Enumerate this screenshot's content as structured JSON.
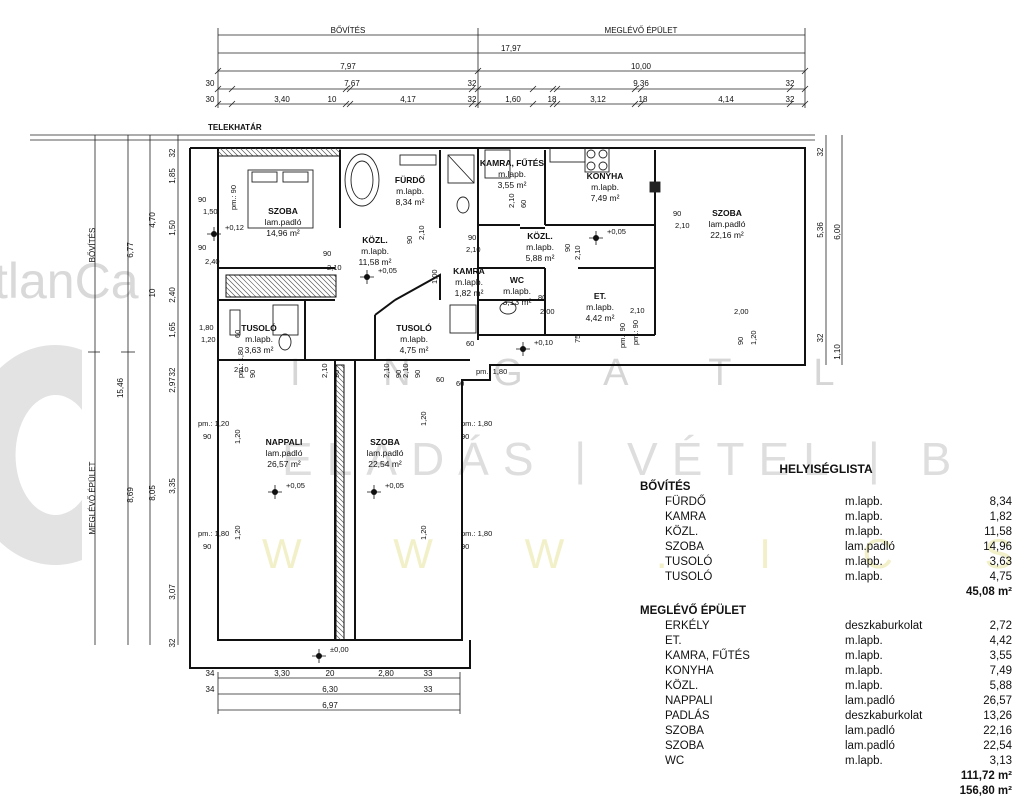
{
  "watermark": {
    "brand": "tlanCa",
    "line1": "I N G A T L",
    "line2": "ELADÁS | VÉTEL | B",
    "line3": "W W W . I C S Z G E"
  },
  "top_dims": {
    "sections": [
      "BŐVÍTÉS",
      "MEGLÉVŐ ÉPÜLET"
    ],
    "total": "17,97",
    "row2": [
      "7,97",
      "10,00"
    ],
    "row3": [
      "30",
      "7,67",
      "32",
      "9,36",
      "32"
    ],
    "row4": [
      "30",
      "3,40",
      "10",
      "4,17",
      "32",
      "1,60",
      "18",
      "3,12",
      "18",
      "4,14",
      "32"
    ]
  },
  "left_dims": {
    "sections": [
      "BŐVÍTÉS",
      "MEGLÉVŐ ÉPÜLET"
    ],
    "total": "15,46",
    "outer1": [
      "6,77",
      "8,69"
    ],
    "outer2": [
      "4,70",
      "10",
      "8,05"
    ],
    "inner": [
      "32",
      "1,85",
      "1,50",
      "2,40",
      "1,65",
      "32",
      "2,97",
      "3,35",
      "3,07",
      "32"
    ]
  },
  "right_dims": [
    "32",
    "5,36",
    "6,00",
    "32",
    "1,10"
  ],
  "bottom_dims": {
    "row1": [
      "34",
      "3,30",
      "20",
      "2,80",
      "33"
    ],
    "row2": [
      "34",
      "6,30",
      "33"
    ],
    "total": "6,97"
  },
  "boundary_label": "TELEKHATÁR",
  "rooms": [
    {
      "name": "SZOBA",
      "floor": "lam.padló",
      "area": "14,96 m²"
    },
    {
      "name": "FÜRDŐ",
      "floor": "m.lapb.",
      "area": "8,34 m²"
    },
    {
      "name": "KAMRA, FŰTÉS",
      "floor": "m.lapb.",
      "area": "3,55 m²"
    },
    {
      "name": "KONYHA",
      "floor": "m.lapb.",
      "area": "7,49 m²"
    },
    {
      "name": "SZOBA",
      "floor": "lam.padló",
      "area": "22,16 m²"
    },
    {
      "name": "KÖZL.",
      "floor": "m.lapb.",
      "area": "11,58 m²"
    },
    {
      "name": "KÖZL.",
      "floor": "m.lapb.",
      "area": "5,88 m²"
    },
    {
      "name": "KAMRA",
      "floor": "m.lapb.",
      "area": "1,82 m²"
    },
    {
      "name": "WC",
      "floor": "m.lapb.",
      "area": "3,13 m²"
    },
    {
      "name": "ET.",
      "floor": "m.lapb.",
      "area": "4,42 m²"
    },
    {
      "name": "TUSOLÓ",
      "floor": "m.lapb.",
      "area": "3,63 m²"
    },
    {
      "name": "TUSOLÓ",
      "floor": "m.lapb.",
      "area": "4,75 m²"
    },
    {
      "name": "NAPPALI",
      "floor": "lam.padló",
      "area": "26,57 m²"
    },
    {
      "name": "SZOBA",
      "floor": "lam.padló",
      "area": "22,54 m²"
    }
  ],
  "levels": [
    "+0,12",
    "+0,05",
    "+0,05",
    "+0,10",
    "+0,05",
    "+0,05",
    "±0,00"
  ],
  "openings": [
    "90",
    "1,50",
    "pm.: 90",
    "90",
    "2,40",
    "90",
    "2,10",
    "90",
    "2,10",
    "90",
    "2,10",
    "1,00",
    "2,10",
    "60",
    "90",
    "2,10",
    "90",
    "2,10",
    "80",
    "2,00",
    "75",
    "2,10",
    "2,00",
    "pm.: 90",
    "pm.: 90",
    "90",
    "1,20",
    "1,80",
    "1,20",
    "60",
    "60",
    "pm.: 1,80",
    "60",
    "pm.: 1,20",
    "90",
    "1,20",
    "pm.: 1,80",
    "90",
    "1,20",
    "pm.: 1,80",
    "90",
    "1,20",
    "pm.: 1,80",
    "90",
    "1,20",
    "pm.: 1,80",
    "90",
    "2,10",
    "90",
    "2,10",
    "90",
    "2,10",
    "90",
    "2,10",
    "60",
    "60"
  ],
  "room_list": {
    "title": "HELYISÉGLISTA",
    "groups": [
      {
        "name": "BŐVÍTÉS",
        "rows": [
          {
            "name": "FÜRDŐ",
            "floor": "m.lapb.",
            "area": "8,34"
          },
          {
            "name": "KAMRA",
            "floor": "m.lapb.",
            "area": "1,82"
          },
          {
            "name": "KÖZL.",
            "floor": "m.lapb.",
            "area": "11,58"
          },
          {
            "name": "SZOBA",
            "floor": "lam.padló",
            "area": "14,96"
          },
          {
            "name": "TUSOLÓ",
            "floor": "m.lapb.",
            "area": "3,63"
          },
          {
            "name": "TUSOLÓ",
            "floor": "m.lapb.",
            "area": "4,75"
          }
        ],
        "total": "45,08 m²"
      },
      {
        "name": "MEGLÉVŐ ÉPÜLET",
        "rows": [
          {
            "name": "ERKÉLY",
            "floor": "deszkaburkolat",
            "area": "2,72"
          },
          {
            "name": "ET.",
            "floor": "m.lapb.",
            "area": "4,42"
          },
          {
            "name": "KAMRA, FŰTÉS",
            "floor": "m.lapb.",
            "area": "3,55"
          },
          {
            "name": "KONYHA",
            "floor": "m.lapb.",
            "area": "7,49"
          },
          {
            "name": "KÖZL.",
            "floor": "m.lapb.",
            "area": "5,88"
          },
          {
            "name": "NAPPALI",
            "floor": "lam.padló",
            "area": "26,57"
          },
          {
            "name": "PADLÁS",
            "floor": "deszkaburkolat",
            "area": "13,26"
          },
          {
            "name": "SZOBA",
            "floor": "lam.padló",
            "area": "22,16"
          },
          {
            "name": "SZOBA",
            "floor": "lam.padló",
            "area": "22,54"
          },
          {
            "name": "WC",
            "floor": "m.lapb.",
            "area": "3,13"
          }
        ],
        "total": "111,72 m²"
      }
    ],
    "grand_total": "156,80 m²"
  }
}
